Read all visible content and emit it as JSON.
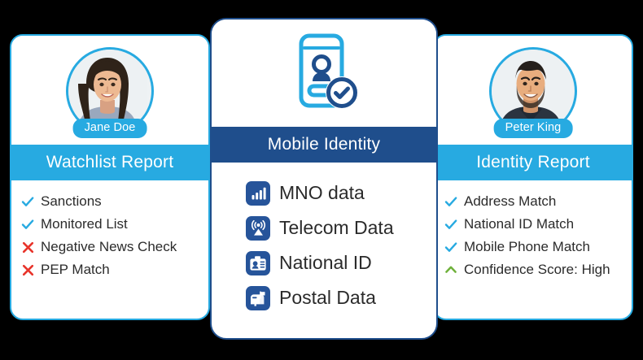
{
  "theme": {
    "background": "#000000",
    "accent_light_blue": "#27AAE1",
    "accent_dark_blue": "#1F4E8C",
    "icon_tile_blue": "#26549A",
    "check_blue": "#27AAE1",
    "cross_red": "#E8342B",
    "chevron_green": "#6FB13B",
    "card_white": "#FFFFFF",
    "text_dark": "#2B2B2B"
  },
  "left_card": {
    "avatar_name": "Jane Doe",
    "avatar_icon": "portrait-photo-woman",
    "banner_title": "Watchlist Report",
    "items": [
      {
        "mark": "check",
        "label": "Sanctions"
      },
      {
        "mark": "check",
        "label": "Monitored List"
      },
      {
        "mark": "cross",
        "label": "Negative News Check"
      },
      {
        "mark": "cross",
        "label": "PEP Match"
      }
    ]
  },
  "center_card": {
    "hero_icon": "mobile-identity-verified-icon",
    "banner_title": "Mobile Identity",
    "items": [
      {
        "icon": "signal-bars-icon",
        "label": "MNO data"
      },
      {
        "icon": "broadcast-tower-icon",
        "label": "Telecom Data"
      },
      {
        "icon": "id-card-icon",
        "label": "National ID"
      },
      {
        "icon": "mailbox-icon",
        "label": "Postal Data"
      }
    ]
  },
  "right_card": {
    "avatar_name": "Peter King",
    "avatar_icon": "portrait-photo-man",
    "banner_title": "Identity Report",
    "items": [
      {
        "mark": "check",
        "label": "Address Match"
      },
      {
        "mark": "check",
        "label": "National ID Match"
      },
      {
        "mark": "check",
        "label": "Mobile Phone Match"
      },
      {
        "mark": "chevron-up",
        "label": "Confidence Score: High"
      }
    ]
  }
}
